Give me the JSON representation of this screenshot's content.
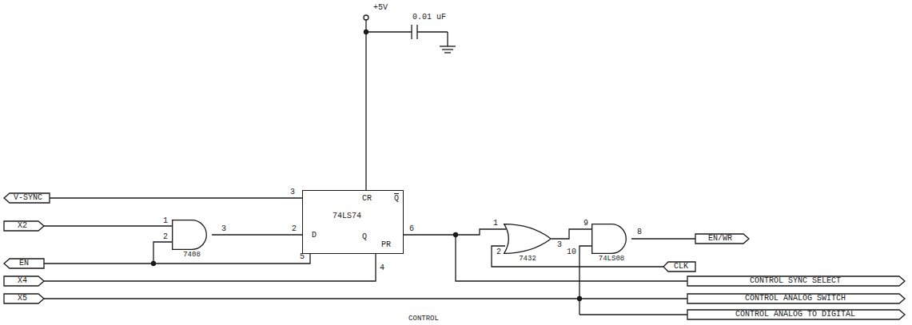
{
  "diagram": {
    "nodes": [
      {
        "text": [
          "7408"
        ]
      },
      {
        "text": [
          "CR",
          "Q̄",
          "74LS74",
          "D",
          "Q",
          "PR"
        ]
      },
      {
        "text": [
          "7432"
        ]
      },
      {
        "text": [
          "74LS08"
        ]
      }
    ],
    "edges": [
      {
        "from": 0,
        "to": 1,
        "arrow": "none"
      },
      {
        "from": 1,
        "to": 2,
        "arrow": "none"
      },
      {
        "from": 2,
        "to": 3,
        "arrow": "none"
      }
    ],
    "labels": [
      "+5V",
      "0.01 uF",
      "V-SYNC",
      "X2",
      "EN",
      "X4",
      "X5",
      "3",
      "1",
      "2",
      "3",
      "2",
      "5",
      "4",
      "6",
      "1",
      "2",
      "3",
      "9",
      "10",
      "8",
      "CLK",
      "EN/WR",
      "CONTROL SYNC SELECT",
      "CONTROL ANALOG SWITCH",
      "CONTROL ANALOG TO DIGITAL",
      "CONTROL"
    ]
  }
}
